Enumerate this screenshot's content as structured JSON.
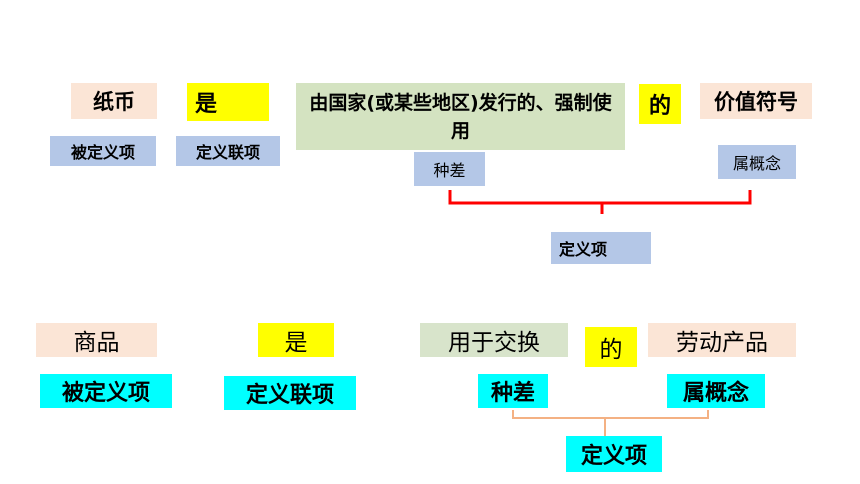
{
  "example1": {
    "term": "纸币",
    "copula": "是",
    "differentia": "由国家(或某些地区)发行的、强制使用",
    "particle": "的",
    "genus": "价值符号",
    "label_term": "被定义项",
    "label_copula": "定义联项",
    "label_differentia": "种差",
    "label_genus": "属概念",
    "label_definiens": "定义项"
  },
  "example2": {
    "term": "商品",
    "copula": "是",
    "differentia": "用于交换",
    "particle": "的",
    "genus": "劳动产品",
    "label_term": "被定义项",
    "label_copula": "定义联项",
    "label_differentia": "种差",
    "label_genus": "属概念",
    "label_definiens": "定义项"
  },
  "colors": {
    "peach": "#fbe5d6",
    "yellow": "#ffff00",
    "green": "#d4e3c1",
    "blue": "#b4c7e7",
    "cyan": "#00ffff",
    "red_bracket": "#ff0000",
    "orange_bracket": "#f4b183"
  }
}
